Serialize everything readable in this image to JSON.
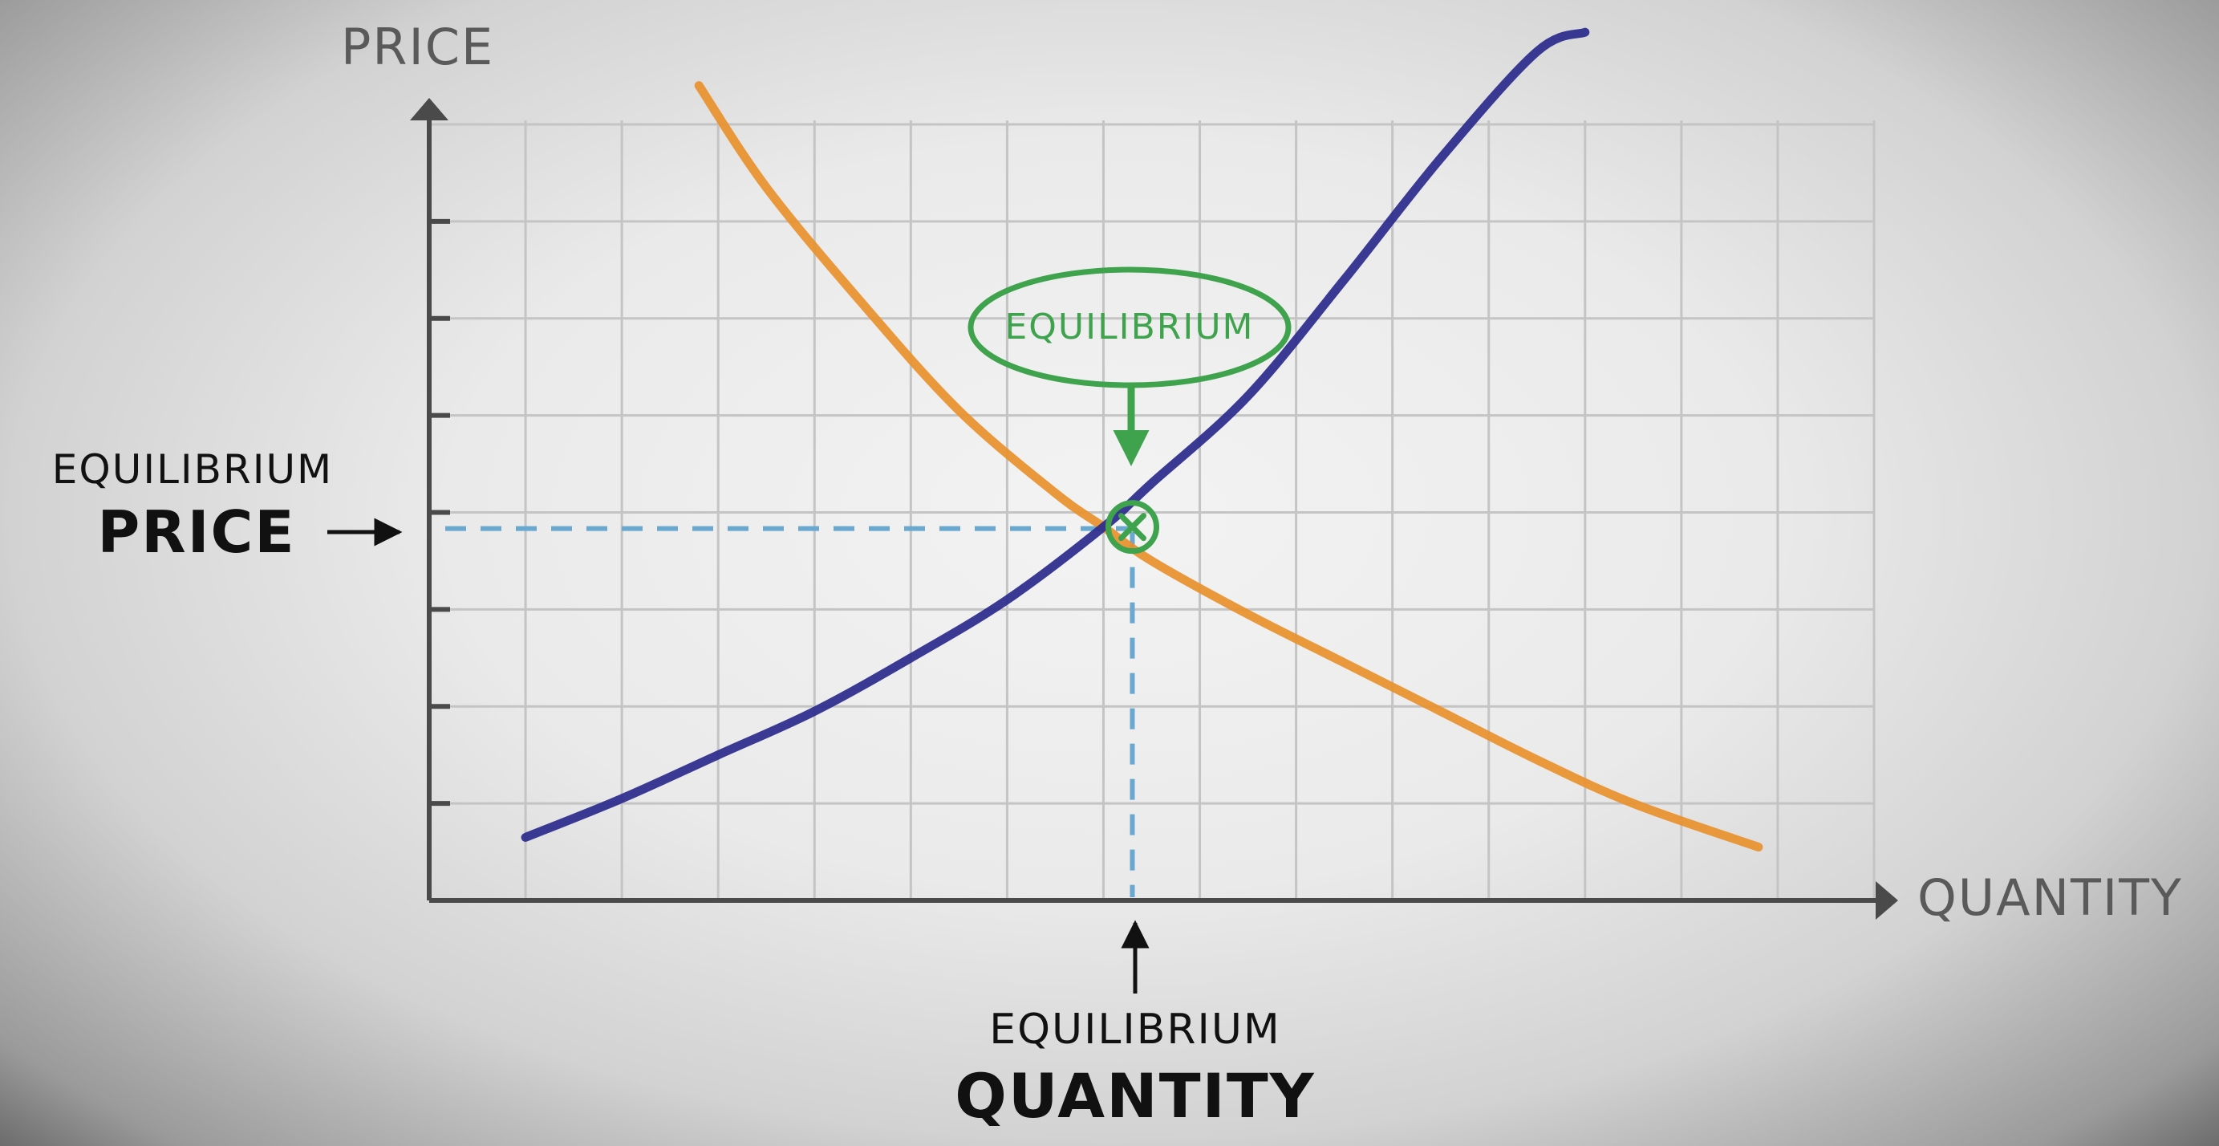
{
  "chart_data": {
    "type": "line",
    "title": "",
    "xlabel": "QUANTITY",
    "ylabel": "PRICE",
    "xlim": [
      0,
      15
    ],
    "ylim": [
      0,
      8
    ],
    "grid": true,
    "series": [
      {
        "color": "#e8902c",
        "x": [
          2.8,
          3.5,
          4.5,
          5.5,
          6.5,
          7.0,
          7.5,
          8.5,
          9.5,
          10.5,
          11.5,
          12.5,
          13.8
        ],
        "y": [
          8.4,
          7.35,
          6.15,
          5.05,
          4.2,
          3.85,
          3.5,
          2.95,
          2.45,
          1.95,
          1.45,
          1.0,
          0.55
        ]
      },
      {
        "color": "#2a2a8c",
        "x": [
          1.0,
          2.0,
          3.0,
          4.0,
          5.0,
          6.0,
          7.0,
          7.5,
          8.5,
          9.5,
          10.5,
          11.5,
          12.0
        ],
        "y": [
          0.65,
          1.05,
          1.5,
          1.95,
          2.5,
          3.1,
          3.85,
          4.3,
          5.2,
          6.4,
          7.65,
          8.75,
          8.95
        ]
      }
    ],
    "equilibrium": {
      "x": 7.3,
      "y": 3.85
    },
    "annotations": {
      "bubble": "EQUILIBRIUM",
      "price_top": "EQUILIBRIUM",
      "price_bottom": "PRICE",
      "quantity_top": "EQUILIBRIUM",
      "quantity_bottom": "QUANTITY"
    },
    "colors": {
      "axis": "#4a4a4a",
      "grid": "#c4c4c4",
      "guide": "#6aa8d0",
      "equilibrium": "#3fa34d",
      "label": "#111111",
      "axis_label": "#5a5a5a"
    }
  }
}
